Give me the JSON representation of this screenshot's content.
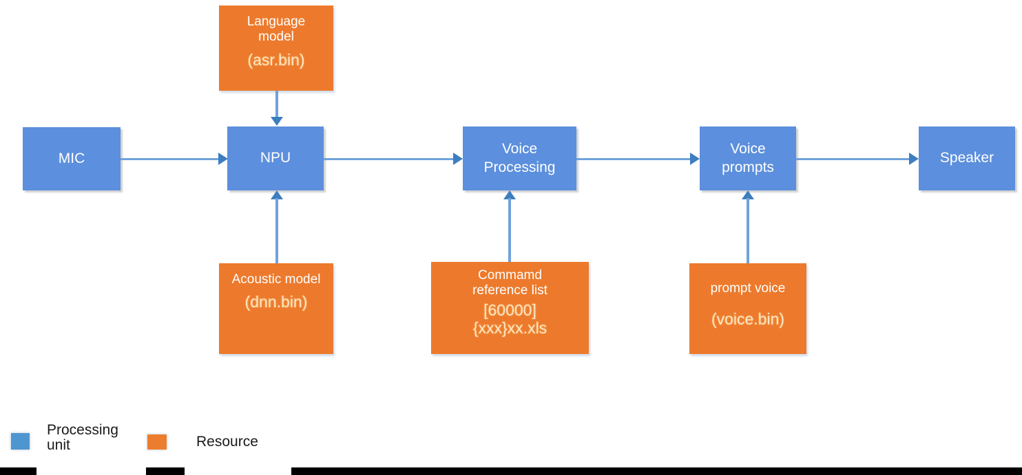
{
  "diagram": {
    "flow_nodes": [
      {
        "label": "MIC"
      },
      {
        "label": "NPU"
      },
      {
        "label": "Voice Processing"
      },
      {
        "label": "Voice prompts"
      },
      {
        "label": "Speaker"
      }
    ],
    "resource_nodes": [
      {
        "title": "Language model",
        "file": "(asr.bin)"
      },
      {
        "title": "Acoustic model",
        "file": "(dnn.bin)"
      },
      {
        "title": "Commamd reference list",
        "file": "[60000]{xxx}xx.xls"
      },
      {
        "title": "prompt voice",
        "file": "(voice.bin)"
      }
    ],
    "legend": {
      "items": [
        {
          "label": "Processing unit",
          "swatch_color": "#4E96D0"
        },
        {
          "label": "Resource",
          "swatch_color": "#ED7D2E"
        }
      ]
    },
    "colors": {
      "processing_unit_fill": "#5C8FDD",
      "resource_fill": "#ED7A2C",
      "arrow_line": "#6FA3DB",
      "arrow_head": "#3D7EBF",
      "node_text": "#FFFFFF",
      "resource_file_text": "#FCE5C3",
      "legend_text": "#1A1A1A"
    }
  }
}
